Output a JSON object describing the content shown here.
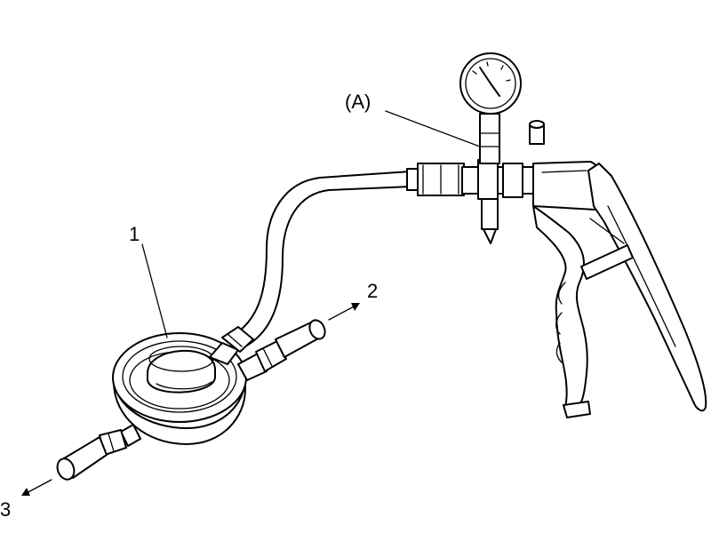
{
  "labels": {
    "gauge_callout": "(A)",
    "part_1": "1",
    "part_2": "2",
    "part_3": "3"
  },
  "colors": {
    "line": "#000000",
    "background": "#ffffff"
  }
}
